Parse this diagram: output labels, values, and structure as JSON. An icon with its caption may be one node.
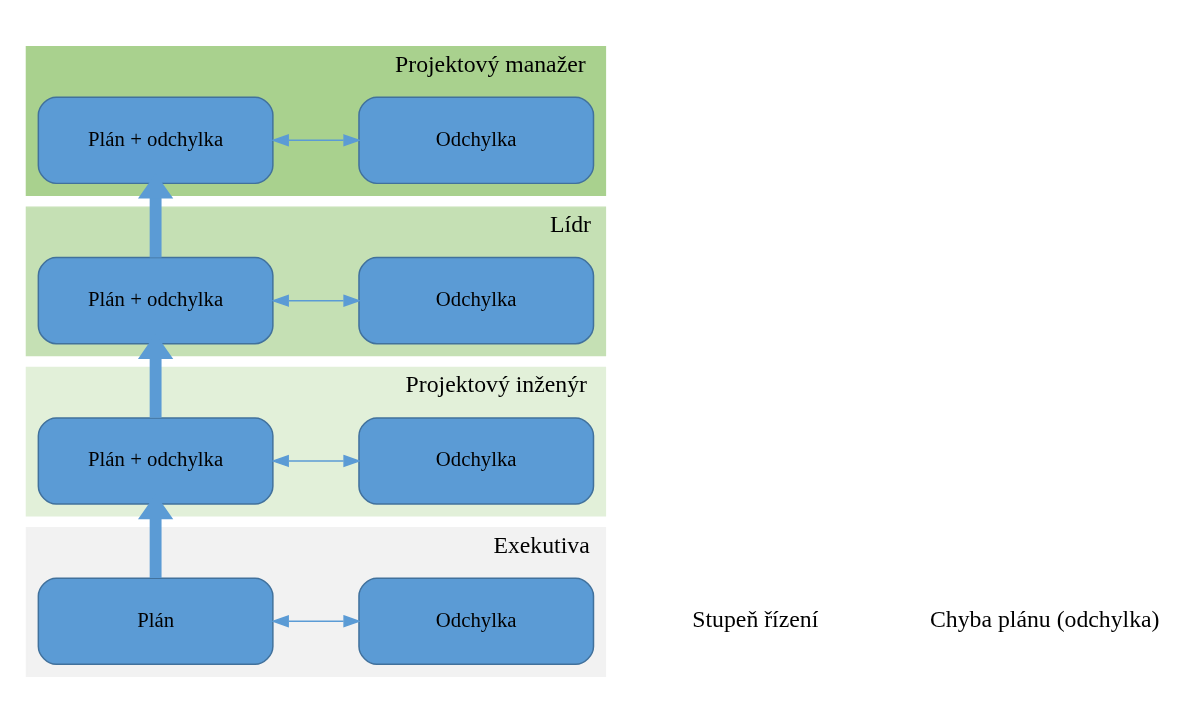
{
  "diagram": {
    "nodes": [
      {
        "text": [
          "Projektový manažer"
        ]
      },
      {
        "text": [
          "Plán + odchylka"
        ],
        "in": 0
      },
      {
        "text": [
          "Odchylka"
        ],
        "in": 0
      },
      {
        "text": [
          "Lídr"
        ]
      },
      {
        "text": [
          "Plán + odchylka"
        ],
        "in": 3
      },
      {
        "text": [
          "Odchylka"
        ],
        "in": 3
      },
      {
        "text": [
          "Projektový inženýr"
        ]
      },
      {
        "text": [
          "Plán + odchylka"
        ],
        "in": 6
      },
      {
        "text": [
          "Odchylka"
        ],
        "in": 6
      },
      {
        "text": [
          "Exekutiva"
        ]
      },
      {
        "text": [
          "Plán"
        ],
        "in": 9
      },
      {
        "text": [
          "Odchylka"
        ],
        "in": 9
      }
    ],
    "edges": [
      {
        "from": 1,
        "to": 2,
        "arrow": "both"
      },
      {
        "from": 4,
        "to": 5,
        "arrow": "both"
      },
      {
        "from": 7,
        "to": 8,
        "arrow": "both"
      },
      {
        "from": 10,
        "to": 11,
        "arrow": "both"
      },
      {
        "from": 10,
        "to": 7,
        "arrow": "to",
        "style": "thick"
      },
      {
        "from": 7,
        "to": 4,
        "arrow": "to",
        "style": "thick"
      },
      {
        "from": 4,
        "to": 1,
        "arrow": "to",
        "style": "thick"
      }
    ],
    "labels": [
      "Stupeň řízení",
      "Chyba plánu (odchylka)"
    ]
  }
}
